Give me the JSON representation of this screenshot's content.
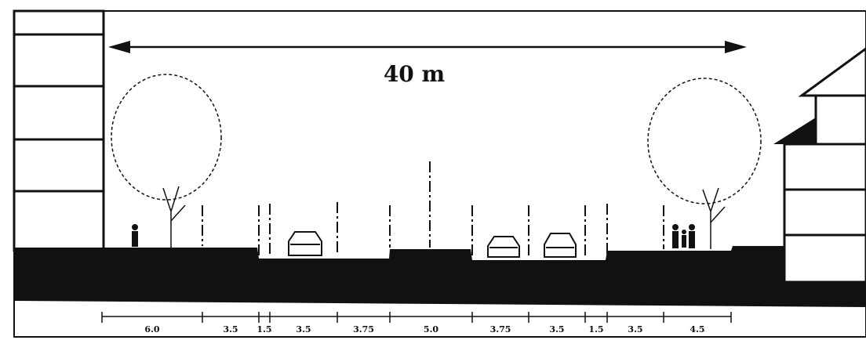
{
  "width_label": "40 m",
  "segments": [
    {
      "label": "6.0"
    },
    {
      "label": "3.5"
    },
    {
      "label": "1.5"
    },
    {
      "label": "3.5"
    },
    {
      "label": "3.75"
    },
    {
      "label": "5.0"
    },
    {
      "label": "3.75"
    },
    {
      "label": "3.5"
    },
    {
      "label": "1.5"
    },
    {
      "label": "3.5"
    },
    {
      "label": "4.5"
    }
  ],
  "colors": {
    "ink": "#111111",
    "paper": "#ffffff"
  }
}
